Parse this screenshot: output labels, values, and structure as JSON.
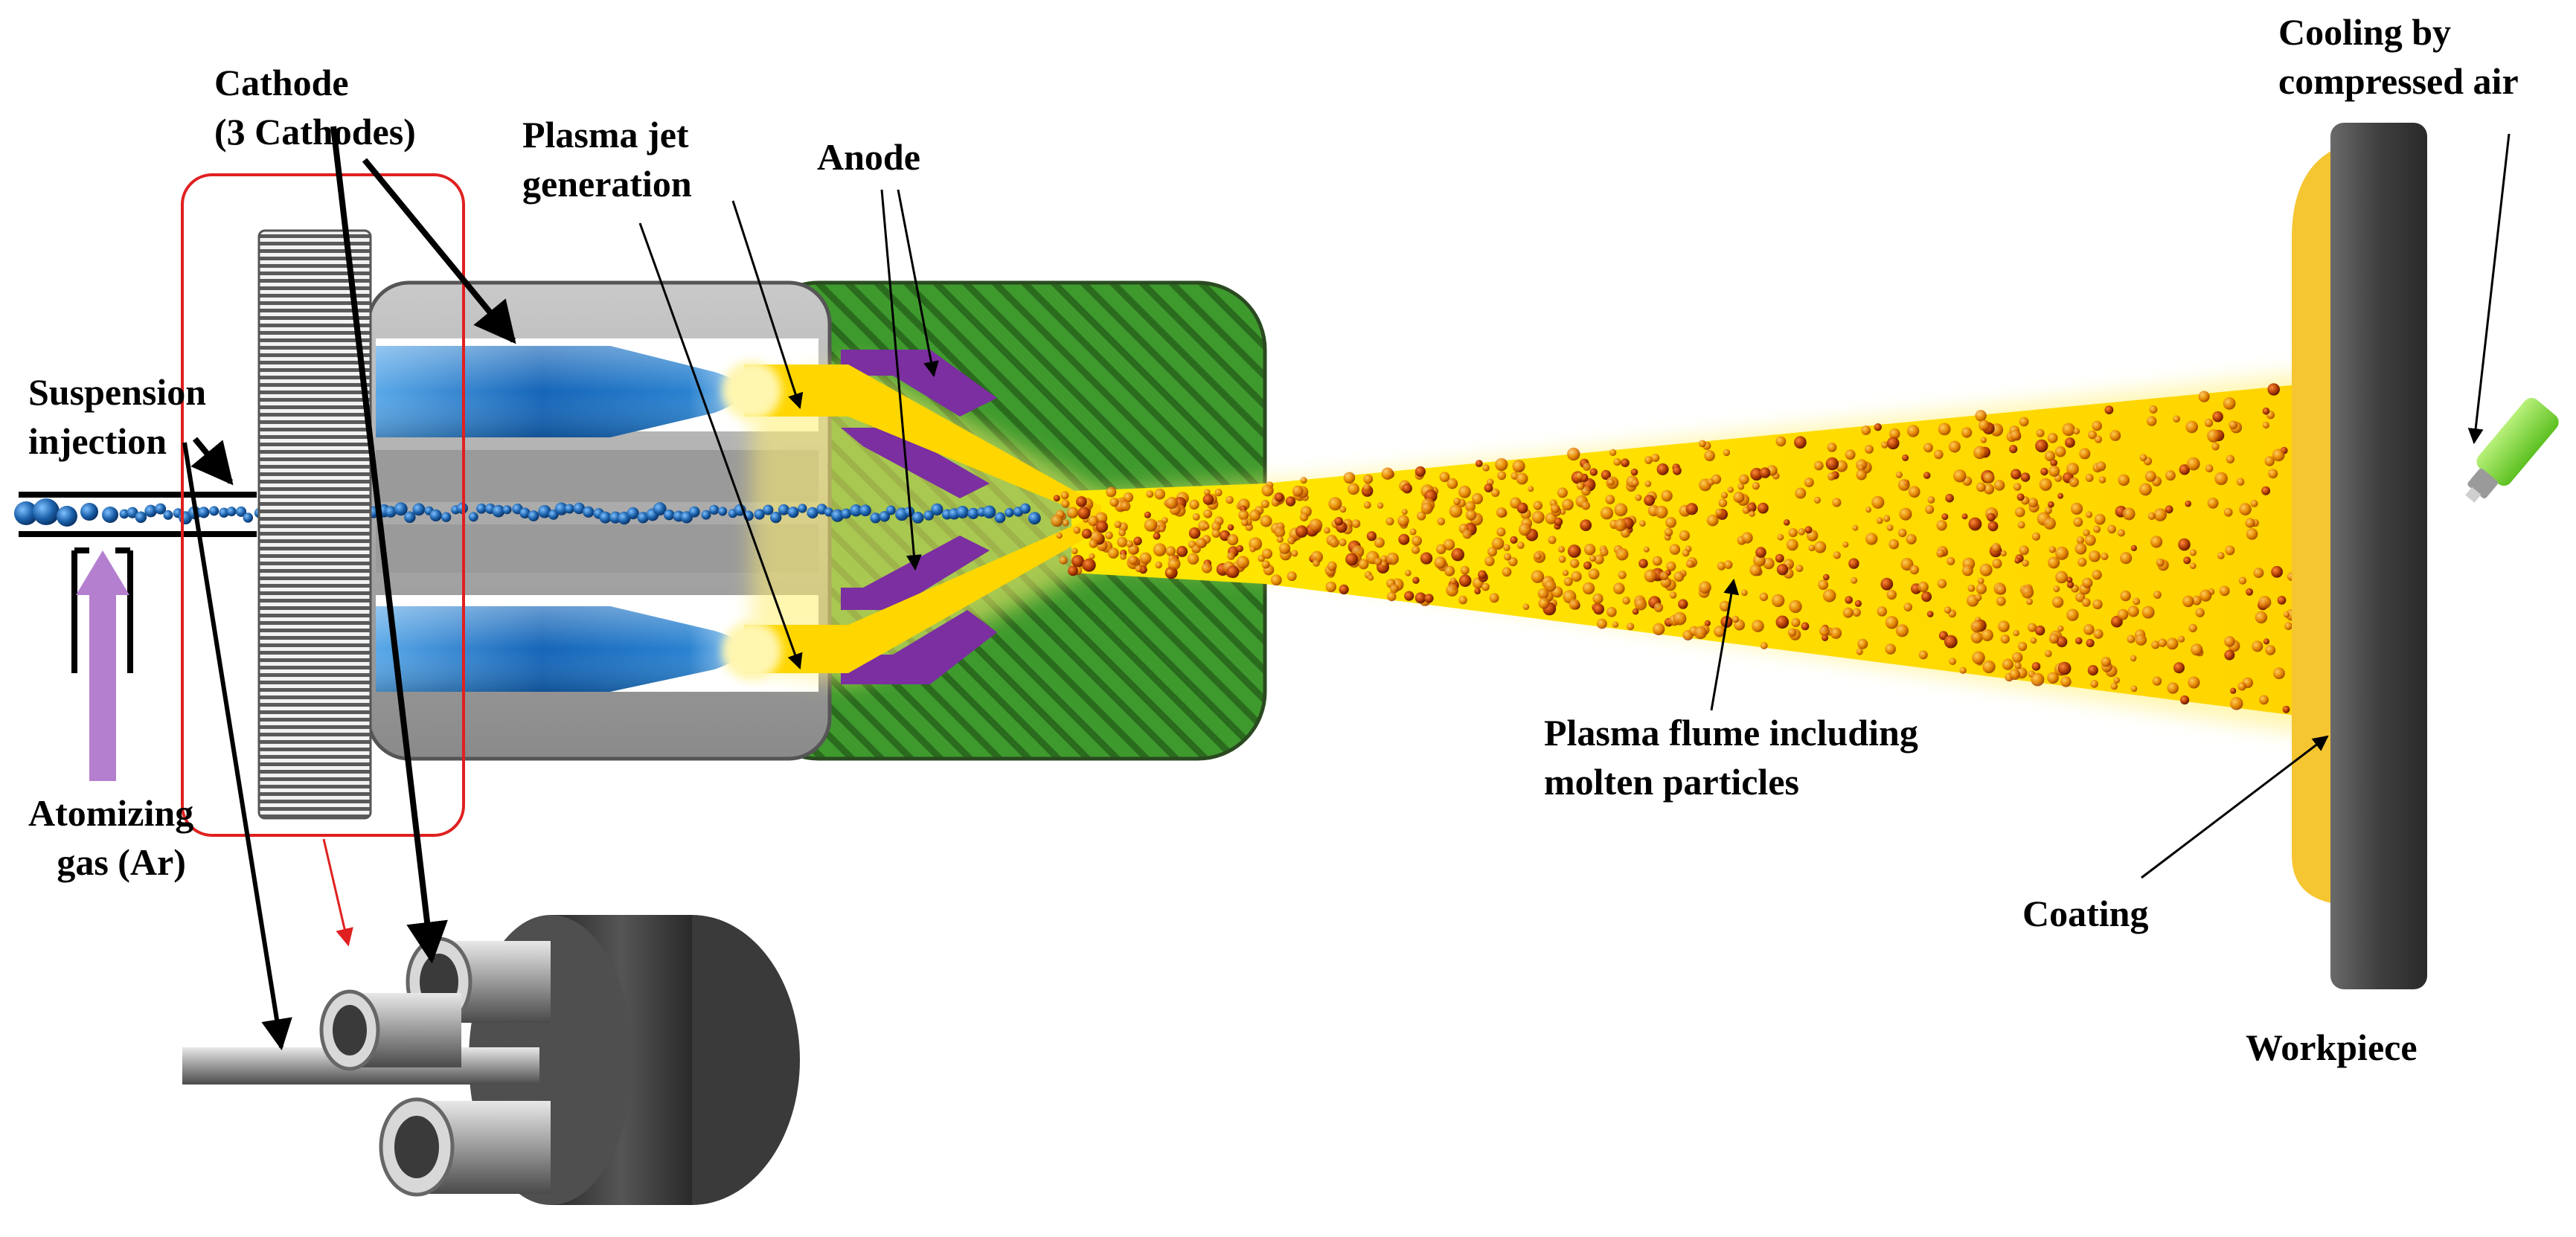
{
  "labels": {
    "cathode": [
      "Cathode",
      "(3 Cathodes)"
    ],
    "plasma_jet": [
      "Plasma jet",
      "generation"
    ],
    "anode": [
      "Anode"
    ],
    "suspension": [
      "Suspension",
      "injection"
    ],
    "atomizing_gas": [
      "Atomizing",
      "gas (Ar)"
    ],
    "plasma_flume": [
      "Plasma flume including",
      "molten particles"
    ],
    "coating": [
      "Coating"
    ],
    "workpiece": [
      "Workpiece"
    ],
    "cooling": [
      "Cooling by",
      "compressed air"
    ]
  },
  "colors": {
    "anode_body": "#3f9a2e",
    "anode_stripe": "#2a6b1e",
    "anode_liner": "#7b2fa0",
    "cathode_blue": "#1e78c8",
    "plasma_yellow": "#ffd800",
    "particle_orange": "#e08a00",
    "particle_dark": "#b03c00",
    "injector_bead": "#1a5fa8",
    "atomizing_arrow": "#b57fd0",
    "workpiece_gray": "#4a4a4a",
    "coating_yellow": "#f6c532",
    "cooling_nozzle": "#8ee04a",
    "callout_red": "#e02020"
  },
  "icons": [
    "cathode-assembly-icon",
    "compressed-air-nozzle-icon"
  ]
}
